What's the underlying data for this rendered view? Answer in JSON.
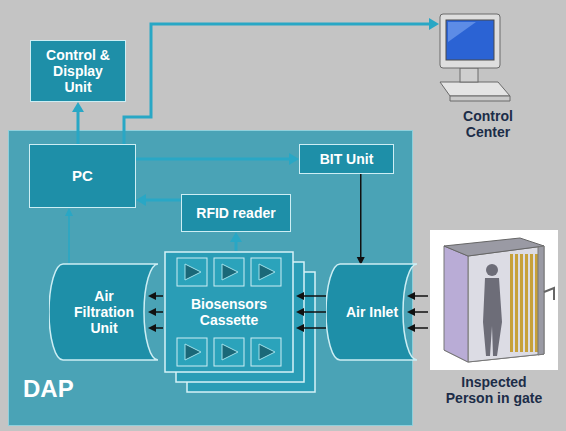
{
  "diagram": {
    "nodes": [
      {
        "text": [
          "Control & Display Unit"
        ]
      },
      {
        "text": [
          "Control Center"
        ]
      },
      {
        "text": [
          "DAP"
        ]
      },
      {
        "text": [
          "PC"
        ],
        "in": 2
      },
      {
        "text": [
          "BIT Unit"
        ],
        "in": 2
      },
      {
        "text": [
          "RFID reader"
        ],
        "in": 2
      },
      {
        "text": [
          "Air Filtration Unit"
        ],
        "in": 2
      },
      {
        "text": [
          "Biosensors Cassette"
        ],
        "in": 2
      },
      {
        "text": [
          "Air Inlet"
        ],
        "in": 2
      },
      {
        "text": [
          "Inspected Person in gate"
        ]
      }
    ],
    "edges": [
      {
        "from": 3,
        "to": 0,
        "arrow": "to"
      },
      {
        "from": 3,
        "to": 1,
        "arrow": "to"
      },
      {
        "from": 3,
        "to": 4,
        "arrow": "to"
      },
      {
        "from": 5,
        "to": 3,
        "arrow": "to"
      },
      {
        "from": 4,
        "to": 8,
        "arrow": "to"
      },
      {
        "from": 6,
        "to": 3,
        "arrow": "to"
      },
      {
        "from": 7,
        "to": 5,
        "arrow": "to"
      },
      {
        "from": 8,
        "to": 7,
        "arrow": "to"
      },
      {
        "from": 7,
        "to": 6,
        "arrow": "to"
      },
      {
        "from": 9,
        "to": 8,
        "arrow": "to"
      }
    ]
  }
}
